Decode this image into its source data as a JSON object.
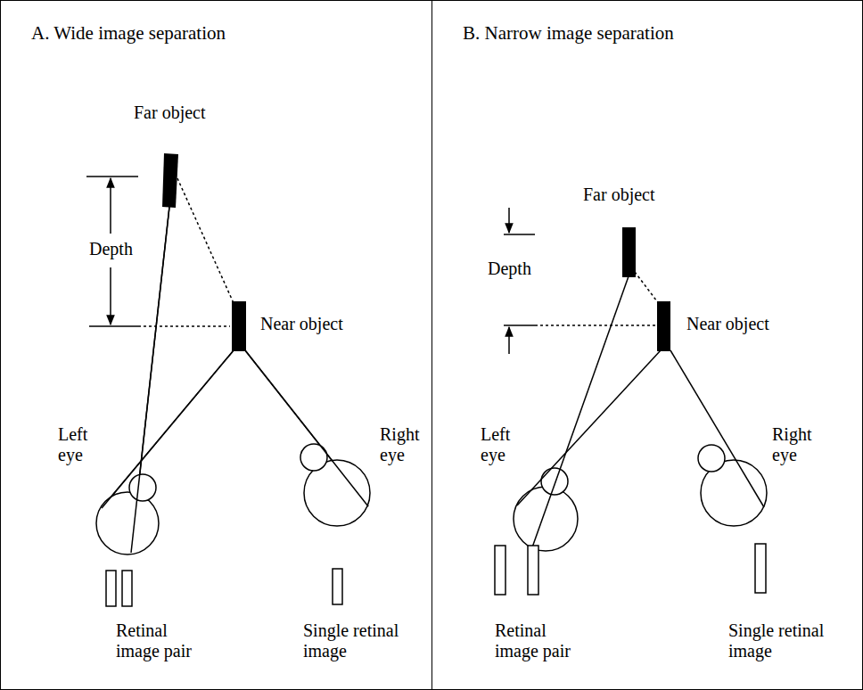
{
  "diagram": {
    "nodes": [
      {
        "text": [
          "A. Wide image separation"
        ]
      },
      {
        "text": [
          "B. Narrow image separation"
        ]
      }
    ],
    "labels": [
      "Far object",
      "Depth",
      "Near object",
      "Left eye",
      "Right eye",
      "Retinal image pair",
      "Single retinal image",
      "Far object",
      "Depth",
      "Near object",
      "Left eye",
      "Right eye",
      "Retinal image pair",
      "Single retinal image"
    ]
  }
}
